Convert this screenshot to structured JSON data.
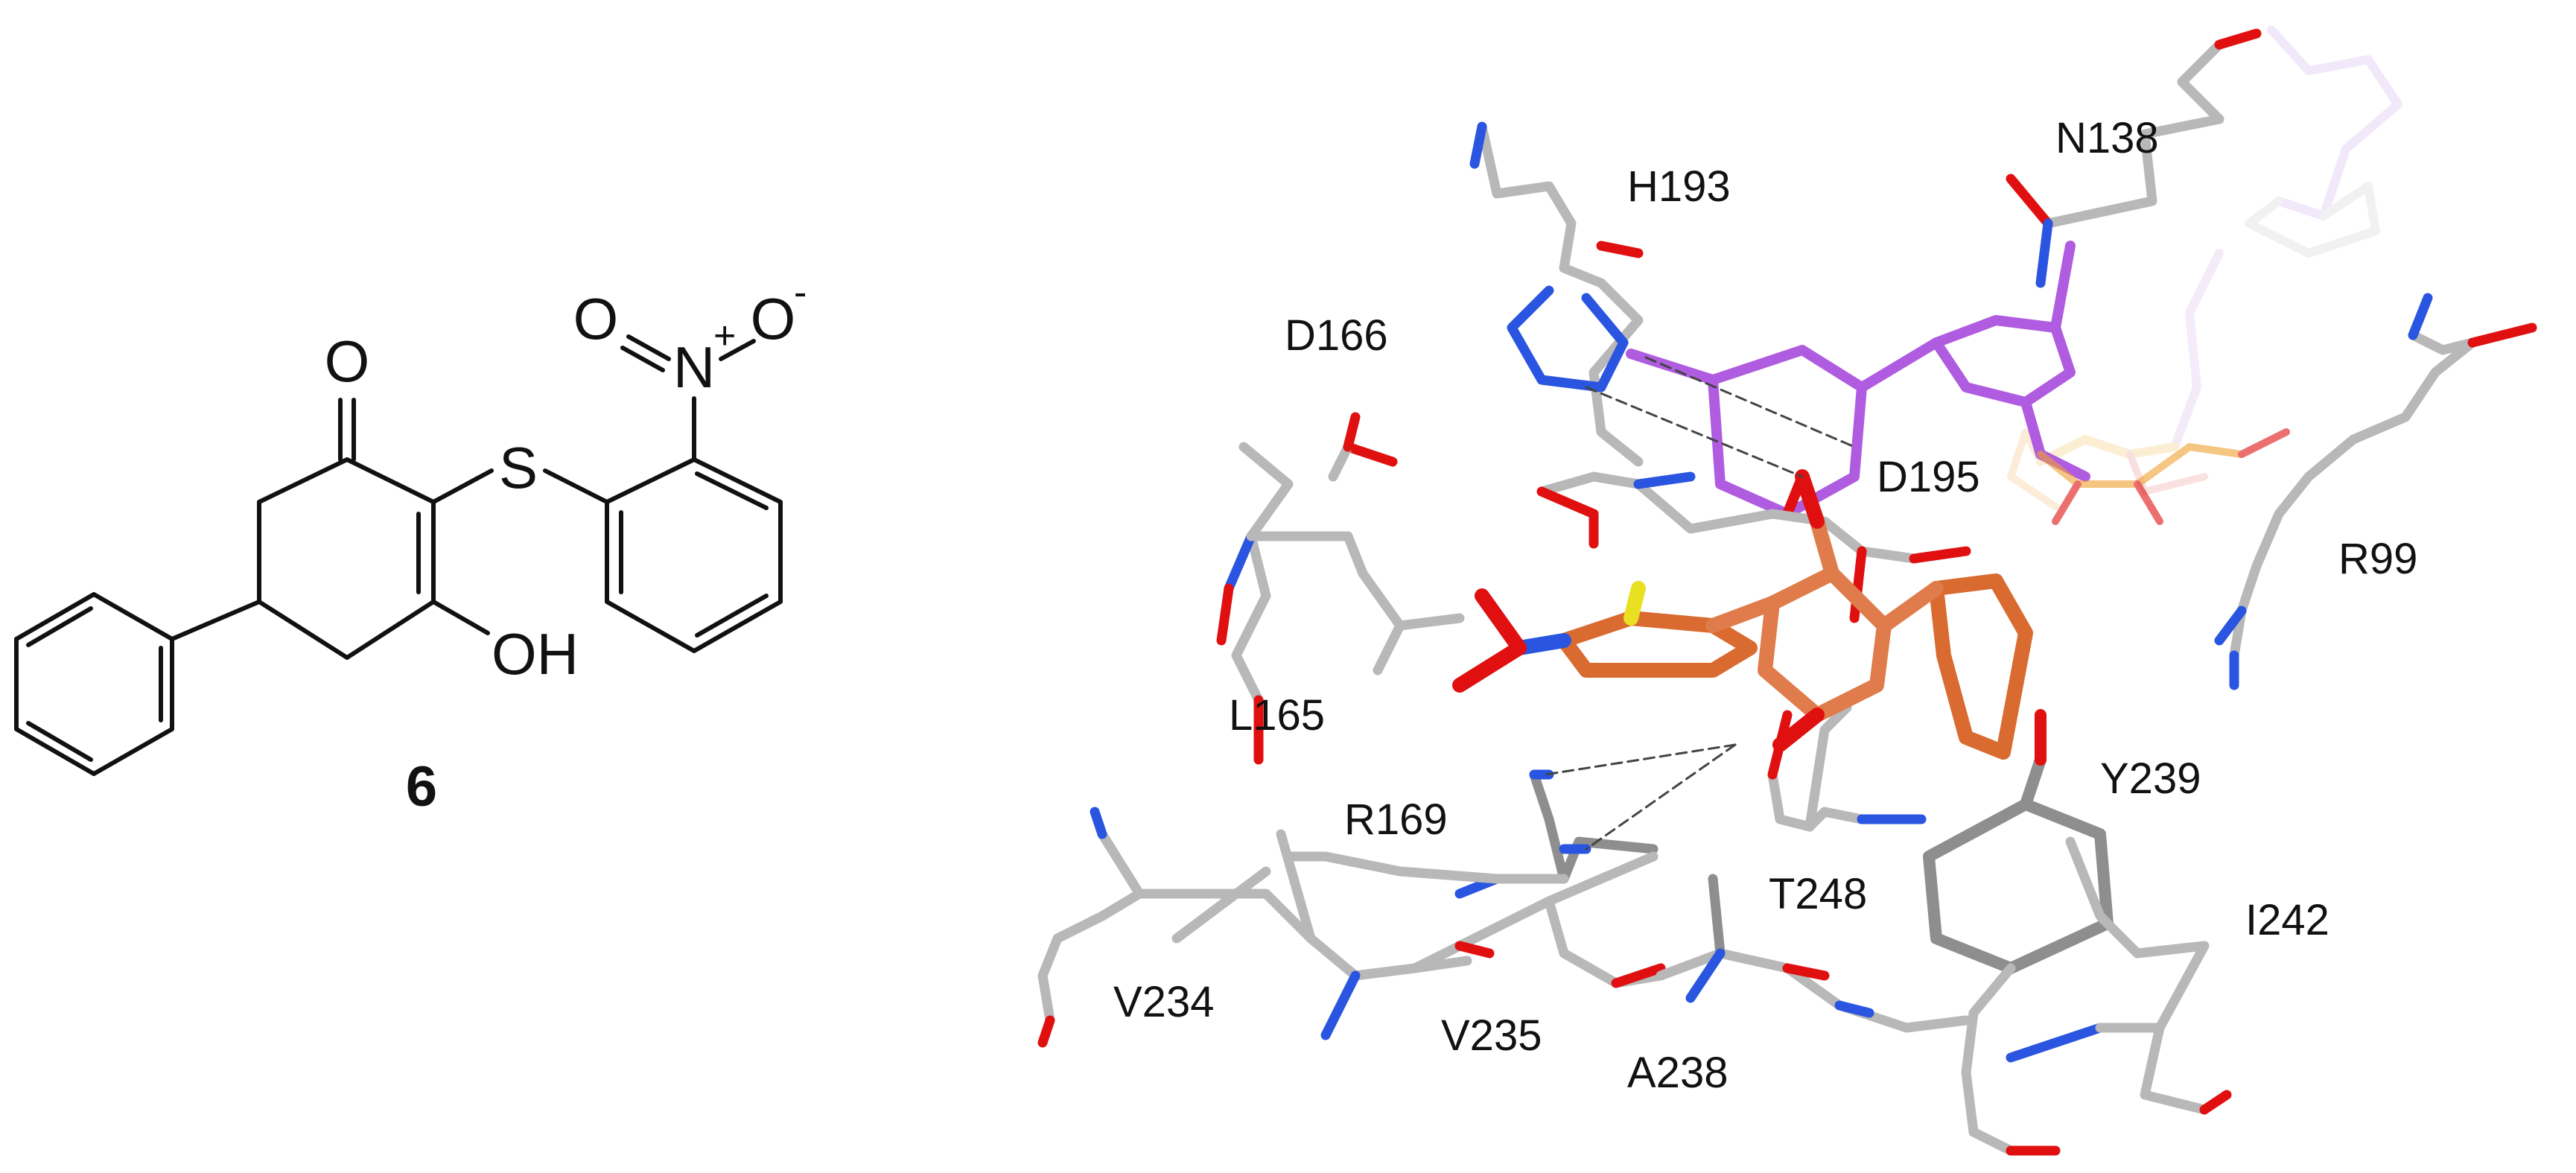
{
  "compound": {
    "label": "6",
    "atoms": {
      "carbonyl_o": "O",
      "sulfur": "S",
      "hydroxyl": "OH",
      "nitro_n": "N",
      "nitro_plus": "+",
      "nitro_o1": "O",
      "nitro_o2": "O",
      "nitro_minus": "-"
    }
  },
  "residues": [
    "N138",
    "H193",
    "D166",
    "D195",
    "R99",
    "L165",
    "Y239",
    "R169",
    "T248",
    "I242",
    "V234",
    "V235",
    "A238"
  ],
  "colors": {
    "ligand": "#e07c4c",
    "cofactor": "#b05ce0",
    "protein_carbon": "#b8b8b8",
    "nitrogen": "#2a55e0",
    "oxygen": "#e01010",
    "sulfur": "#e8e020",
    "phosphorus": "#f0a030"
  }
}
